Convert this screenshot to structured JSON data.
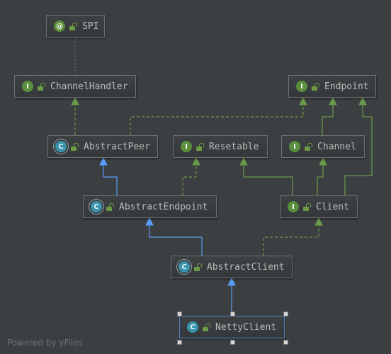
{
  "diagram": {
    "nodes": [
      {
        "id": "spi",
        "label": "SPI",
        "kind": "annotation",
        "badge": "@"
      },
      {
        "id": "channelhandler",
        "label": "ChannelHandler",
        "kind": "interface",
        "badge": "I"
      },
      {
        "id": "endpoint",
        "label": "Endpoint",
        "kind": "interface",
        "badge": "I"
      },
      {
        "id": "abstractpeer",
        "label": "AbstractPeer",
        "kind": "abstract-class",
        "badge": "C"
      },
      {
        "id": "resetable",
        "label": "Resetable",
        "kind": "interface",
        "badge": "I"
      },
      {
        "id": "channel",
        "label": "Channel",
        "kind": "interface",
        "badge": "I"
      },
      {
        "id": "abstractendpoint",
        "label": "AbstractEndpoint",
        "kind": "abstract-class",
        "badge": "C"
      },
      {
        "id": "client",
        "label": "Client",
        "kind": "interface",
        "badge": "I"
      },
      {
        "id": "abstractclient",
        "label": "AbstractClient",
        "kind": "abstract-class",
        "badge": "C"
      },
      {
        "id": "nettyclient",
        "label": "NettyClient",
        "kind": "class",
        "badge": "C",
        "selected": true
      }
    ],
    "edges": [
      {
        "from": "channelhandler",
        "to": "spi",
        "type": "annotation"
      },
      {
        "from": "abstractpeer",
        "to": "channelhandler",
        "type": "implements"
      },
      {
        "from": "abstractpeer",
        "to": "endpoint",
        "type": "implements"
      },
      {
        "from": "channel",
        "to": "endpoint",
        "type": "extends-interface"
      },
      {
        "from": "client",
        "to": "endpoint",
        "type": "extends-interface"
      },
      {
        "from": "abstractendpoint",
        "to": "abstractpeer",
        "type": "extends"
      },
      {
        "from": "abstractendpoint",
        "to": "resetable",
        "type": "implements"
      },
      {
        "from": "client",
        "to": "resetable",
        "type": "extends-interface"
      },
      {
        "from": "client",
        "to": "channel",
        "type": "extends-interface"
      },
      {
        "from": "abstractclient",
        "to": "abstractendpoint",
        "type": "extends"
      },
      {
        "from": "abstractclient",
        "to": "client",
        "type": "implements"
      },
      {
        "from": "nettyclient",
        "to": "abstractclient",
        "type": "extends"
      }
    ],
    "colors": {
      "background": "#3c3f41",
      "extends": "#589df6",
      "implements": "#6a9a4a",
      "annotation": "#6f7173"
    }
  },
  "watermark": "Powered by yFiles"
}
